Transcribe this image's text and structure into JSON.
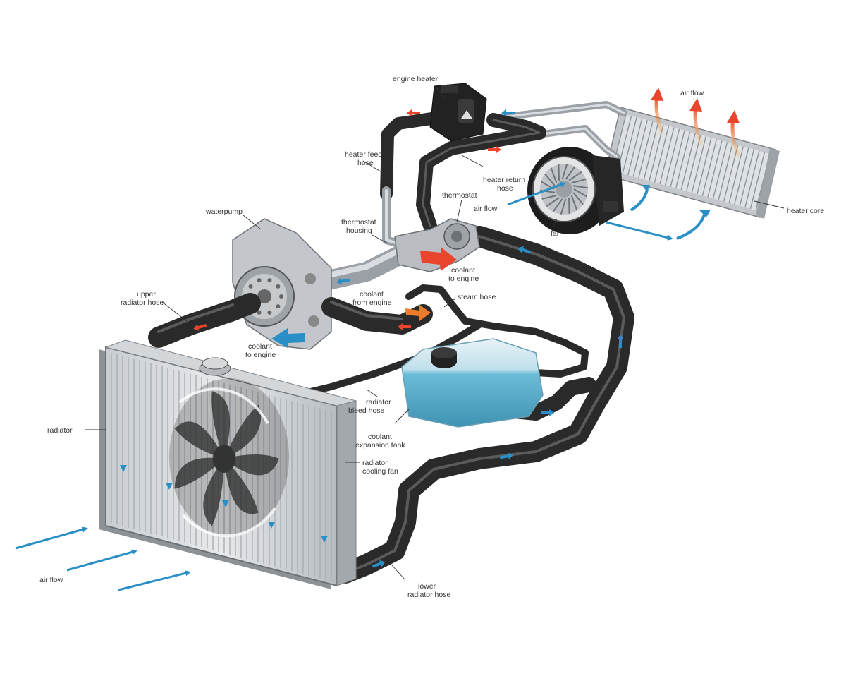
{
  "labels": {
    "engine_heater": "engine heater",
    "air_flow_top": "air flow",
    "heater_feed_hose": [
      "heater feed",
      "hose"
    ],
    "heater_return_hose": [
      "heater return",
      "hose"
    ],
    "thermostat": "thermostat",
    "air_flow_fan": "air flow",
    "heater_core": "heater core",
    "fan": "fan",
    "waterpump": "waterpump",
    "thermostat_housing": [
      "thermostat",
      "housing"
    ],
    "coolant_to_engine_right": [
      "coolant",
      "to engine"
    ],
    "coolant_from_engine": [
      "coolant",
      "from engine"
    ],
    "steam_hose": "steam hose",
    "upper_radiator_hose": [
      "upper",
      "radiator hose"
    ],
    "coolant_to_engine_left": [
      "coolant",
      "to engine"
    ],
    "radiator_bleed_hose": [
      "radiator",
      "bleed hose"
    ],
    "coolant_expansion_tank": [
      "coolant",
      "expansion tank"
    ],
    "radiator": "radiator",
    "radiator_cooling_fan": [
      "radiator",
      "cooling fan"
    ],
    "air_flow_bottom": "air flow",
    "lower_radiator_hose": [
      "lower",
      "radiator hose"
    ]
  },
  "colors": {
    "hot": "#e8452c",
    "cold": "#2a8fc6",
    "hose": "#2a2a2a",
    "metal": "#a9aeb3",
    "coolant": "#5fb8d6"
  }
}
